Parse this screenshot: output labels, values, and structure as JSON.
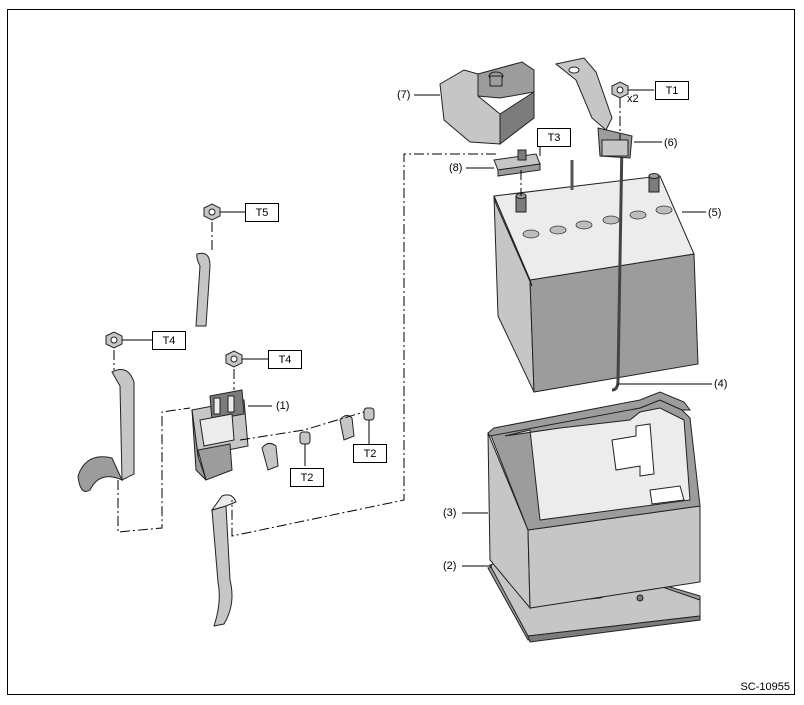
{
  "figure_ref": "SC-10955",
  "quantity_note": "x2",
  "callouts": {
    "c1": "(1)",
    "c2": "(2)",
    "c3": "(3)",
    "c4": "(4)",
    "c5": "(5)",
    "c6": "(6)",
    "c7": "(7)",
    "c8": "(8)"
  },
  "torque_tags": {
    "t1": "T1",
    "t2a": "T2",
    "t2b": "T2",
    "t3": "T3",
    "t4a": "T4",
    "t4b": "T4",
    "t5": "T5"
  },
  "colors": {
    "part_fill": "#c6c6c6",
    "part_shade": "#9c9c9c",
    "part_dark": "#7c7c7c",
    "outline": "#222222"
  }
}
